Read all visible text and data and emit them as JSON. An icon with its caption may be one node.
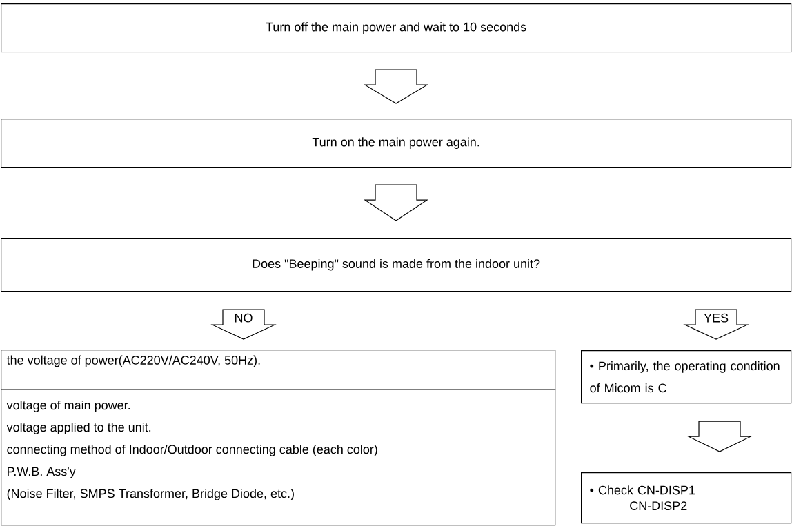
{
  "diagram": {
    "nodes": [
      {
        "text": [
          "Turn off the main power and wait to 10 seconds"
        ]
      },
      {
        "text": [
          "Turn on the main power again."
        ]
      },
      {
        "text": [
          "Does \"Beeping\" sound is made from the indoor unit?"
        ]
      },
      {
        "text": [
          "the voltage of power(AC220V/AC240V, 50Hz).",
          "voltage of main power.",
          "voltage applied to the unit.",
          "connecting method of Indoor/Outdoor connecting cable (each color)",
          "P.W.B. Ass'y",
          "(Noise Filter, SMPS Transformer, Bridge Diode, etc.)"
        ]
      },
      {
        "text": [
          "• Primarily, the operating condition of Micom is C"
        ]
      },
      {
        "text": [
          "• Check CN-DISP1 CN-DISP2"
        ]
      }
    ],
    "edges": [
      {
        "from": 0,
        "to": 1,
        "arrow": "to"
      },
      {
        "from": 1,
        "to": 2,
        "arrow": "to"
      },
      {
        "from": 2,
        "to": 3,
        "arrow": "to",
        "label": "NO"
      },
      {
        "from": 2,
        "to": 4,
        "arrow": "to",
        "label": "YES"
      },
      {
        "from": 4,
        "to": 5,
        "arrow": "to"
      }
    ]
  }
}
